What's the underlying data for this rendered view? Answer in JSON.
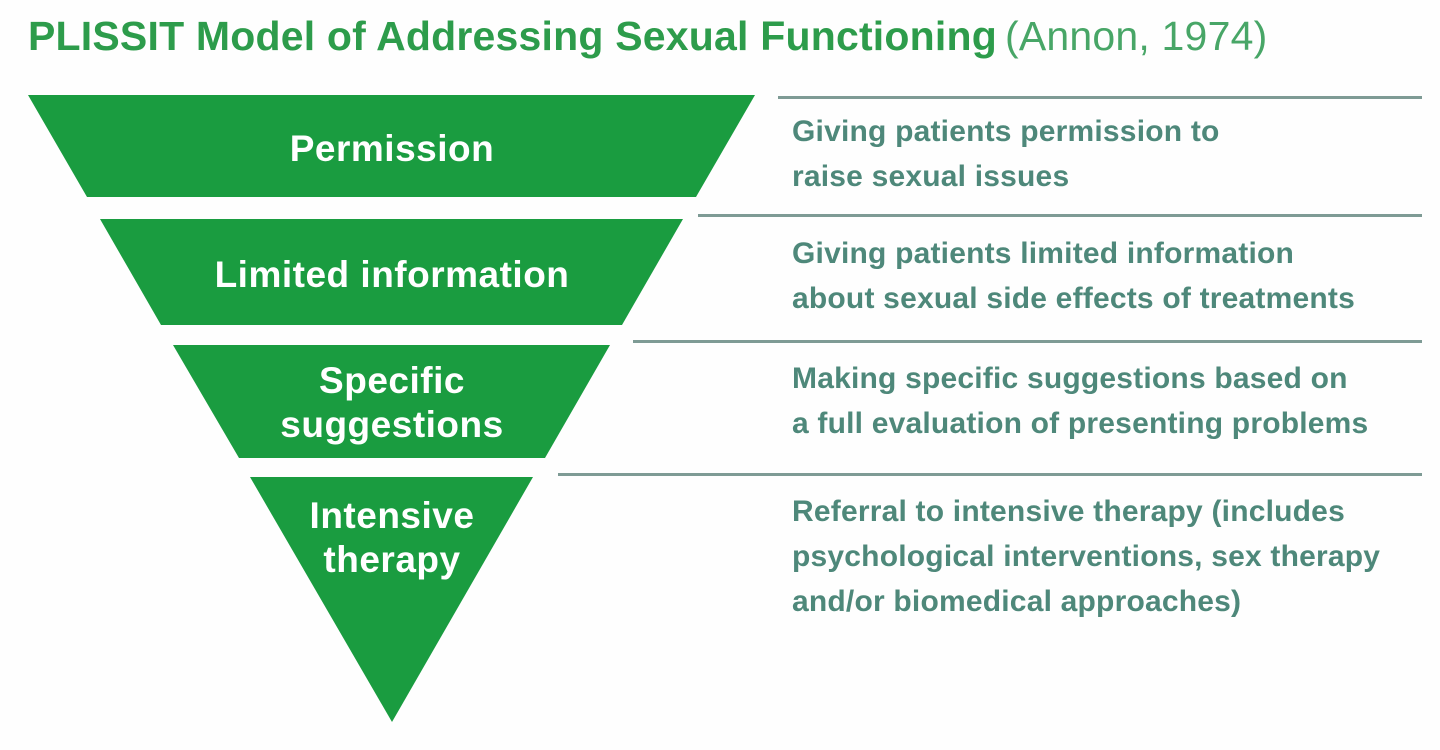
{
  "title": {
    "main": "PLISSIT Model of Addressing Sexual Functioning",
    "suffix": "(Annon, 1974)"
  },
  "colors": {
    "funnel_green": "#1a9c40",
    "title_green": "#2d9c4b",
    "title_suffix_green": "#48a667",
    "description_text": "#4e887a",
    "divider_line": "#7e9b95",
    "funnel_label": "#ffffff",
    "background": "#ffffff"
  },
  "funnel": {
    "type": "inverted-pyramid",
    "levels": [
      {
        "label": "Permission",
        "label_lines": [
          "Permission"
        ],
        "description": "Giving patients permission to raise sexual issues",
        "desc_lines": [
          "Giving patients permission to",
          "raise sexual issues"
        ]
      },
      {
        "label": "Limited information",
        "label_lines": [
          "Limited information"
        ],
        "description": "Giving patients limited information about sexual side effects of treatments",
        "desc_lines": [
          "Giving patients limited information",
          "about sexual side effects of treatments"
        ]
      },
      {
        "label": "Specific suggestions",
        "label_lines": [
          "Specific",
          "suggestions"
        ],
        "description": "Making specific suggestions based on a full evaluation of presenting problems",
        "desc_lines": [
          "Making specific suggestions based on",
          "a full evaluation of presenting problems"
        ]
      },
      {
        "label": "Intensive therapy",
        "label_lines": [
          "Intensive",
          "therapy"
        ],
        "description": "Referral to intensive therapy (includes psychological interventions, sex therapy and/or biomedical approaches)",
        "desc_lines": [
          "Referral to intensive therapy (includes",
          "psychological interventions, sex therapy",
          "and/or biomedical approaches)"
        ]
      }
    ]
  }
}
